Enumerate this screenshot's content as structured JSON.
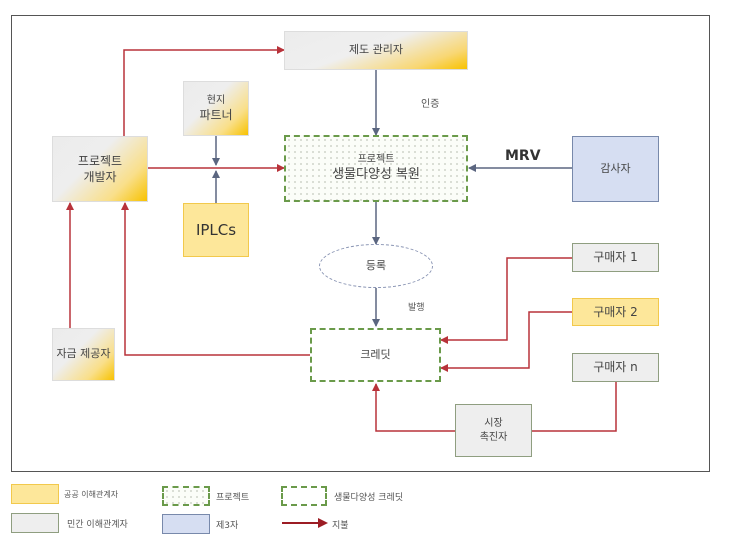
{
  "nodes": {
    "institution_manager": "제도 관리자",
    "local_partner": [
      "현지",
      "파트너"
    ],
    "project_developer": [
      "프로젝트",
      "개발자"
    ],
    "iplcs": "IPLCs",
    "project_restoration": [
      "프로젝트",
      "생물다양성 복원"
    ],
    "auditor": "감사자",
    "registry": "등록",
    "credit": "크레딧",
    "funder": "자금 제공자",
    "buyer_1": "구매자 1",
    "buyer_2": "구매자 2",
    "buyer_n": "구매자 n",
    "market_facilitator": [
      "시장",
      "촉진자"
    ]
  },
  "edge_labels": {
    "certification": "인증",
    "mrv": "MRV",
    "issuance": "발행"
  },
  "legend": {
    "public_stakeholder": "공공 이해관계자",
    "private_stakeholder": "민간 이해관계자",
    "project": "프로젝트",
    "third_party": "제3자",
    "biodiversity_credit": "생물다양성 크레딧",
    "payment": "지불"
  },
  "colors": {
    "payment_arrow": "#b8323a",
    "flow_arrow": "#5b6680",
    "public": "#fde79a",
    "private": "#eeeeee",
    "third_party": "#d6def2",
    "project_border": "#6a9a4a"
  }
}
